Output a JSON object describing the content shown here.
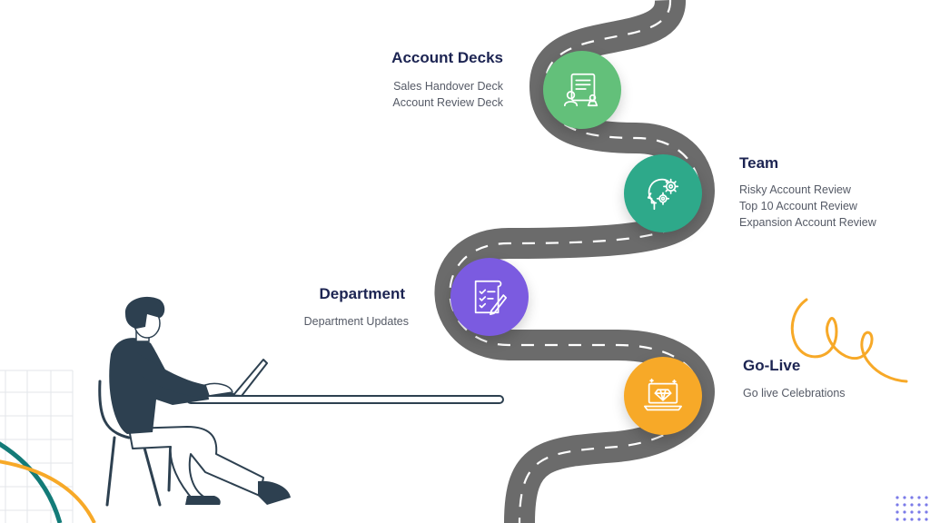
{
  "stages": [
    {
      "title": "Account Decks",
      "items": [
        "Sales Handover Deck",
        "Account Review Deck"
      ],
      "color": "#63c07a",
      "icon": "presentation-document-icon"
    },
    {
      "title": "Team",
      "items": [
        "Risky Account Review",
        "Top 10 Account Review",
        "Expansion Account Review"
      ],
      "color": "#2ea98a",
      "icon": "head-gears-icon"
    },
    {
      "title": "Department",
      "items": [
        "Department Updates"
      ],
      "color": "#7b5be0",
      "icon": "checklist-pencil-icon"
    },
    {
      "title": "Go-Live",
      "items": [
        "Go live Celebrations"
      ],
      "color": "#f7a928",
      "icon": "laptop-diamond-icon"
    }
  ],
  "colors": {
    "road": "#6b6b6b",
    "road_dash": "#ffffff",
    "title": "#1c2452",
    "text": "#555a66",
    "person": "#2d4050",
    "accent_orange": "#f7a928",
    "accent_teal": "#137b78",
    "dots": "#7b7be8"
  }
}
